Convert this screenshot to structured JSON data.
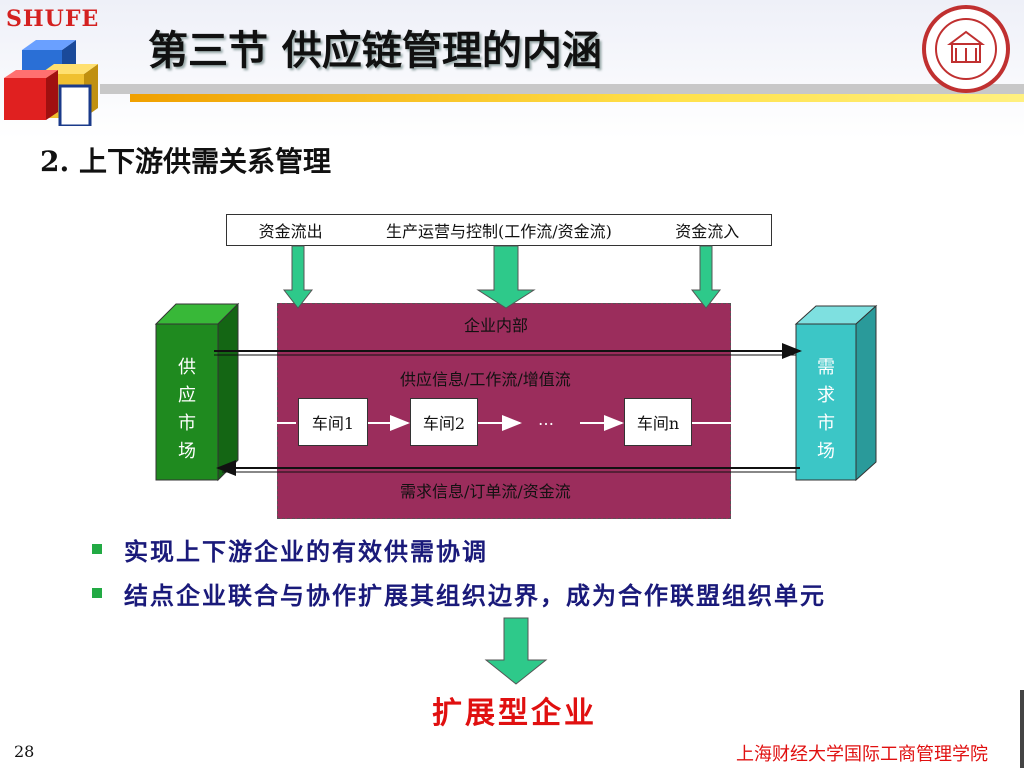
{
  "header": {
    "logo_text": "SHUFE",
    "title": "第三节  供应链管理的内涵"
  },
  "subtitle": "2. 上下游供需关系管理",
  "diagram": {
    "top_box": {
      "left": "资金流出",
      "center": "生产运营与控制(工作流/资金流)",
      "right": "资金流入"
    },
    "enterprise_label": "企业内部",
    "supply_flow_label": "供应信息/工作流/增值流",
    "demand_flow_label": "需求信息/订单流/资金流",
    "supply_market": "供应市场",
    "demand_market": "需求市场",
    "workshops": [
      "车间1",
      "车间2",
      "…",
      "车间n"
    ]
  },
  "bullets": [
    "实现上下游企业的有效供需协调",
    "结点企业联合与协作扩展其组织边界，成为合作联盟组织单元"
  ],
  "result": "扩展型企业",
  "footer": {
    "page_number": "28",
    "school": "上海财经大学国际工商管理学院"
  },
  "colors": {
    "enterprise_fill": "#9b2d5c",
    "supply_market": "#1f8a1f",
    "demand_market": "#3cc6c6",
    "arrow_green": "#2ec98a",
    "title_red": "#e01010",
    "bullet_blue": "#1a1a7a"
  }
}
